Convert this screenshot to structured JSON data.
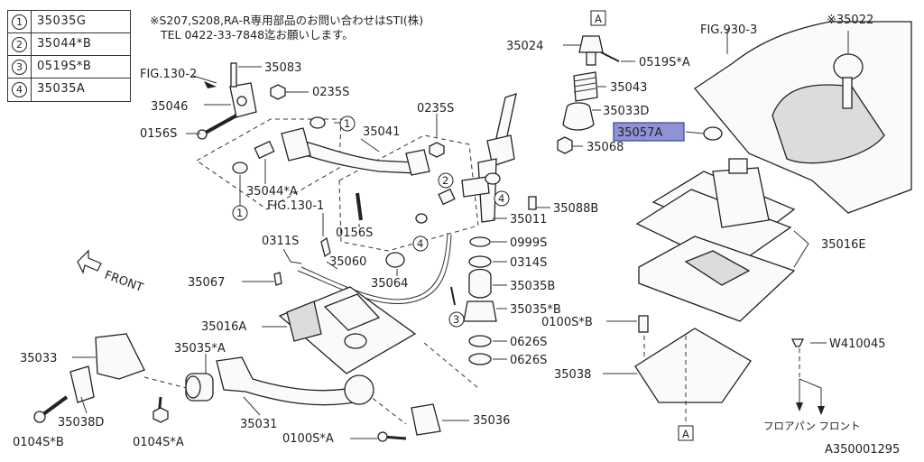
{
  "legend": [
    {
      "num": "1",
      "code": "35035G"
    },
    {
      "num": "2",
      "code": "35044*B"
    },
    {
      "num": "3",
      "code": "0519S*B"
    },
    {
      "num": "4",
      "code": "35035A"
    }
  ],
  "note": {
    "line1": "※S207,S208,RA-R専用部品のお問い合わせはSTI(株)",
    "line2": "TEL 0422-33-7848迄お願いします。"
  },
  "labels": {
    "fig130_2": "FIG.130-2",
    "p35083": "35083",
    "p35046": "35046",
    "p0235s_a": "0235S",
    "p0156s_a": "0156S",
    "p35041": "35041",
    "p0235s_b": "0235S",
    "p35044a": "35044*A",
    "fig130_1": "FIG.130-1",
    "p0156s_b": "0156S",
    "p0311s": "0311S",
    "front": "FRONT",
    "p35067": "35067",
    "p35060": "35060",
    "p35064": "35064",
    "p35016a": "35016A",
    "p35033": "35033",
    "p35035a": "35035*A",
    "p35038d": "35038D",
    "p0104sb": "0104S*B",
    "p0104sa": "0104S*A",
    "p35031": "35031",
    "p0100sa": "0100S*A",
    "p35036": "35036",
    "p35024": "35024",
    "p0519sa": "0519S*A",
    "p35043": "35043",
    "p35033d": "35033D",
    "p35068": "35068",
    "p35088b": "35088B",
    "p35011": "35011",
    "p0999s": "0999S",
    "p0314s": "0314S",
    "p35035b": "35035B",
    "p35035b2": "35035*B",
    "p0626s_a": "0626S",
    "p0626s_b": "0626S",
    "fig930_3": "FIG.930-3",
    "p35022": "※35022",
    "p35057a": "35057A",
    "p35016e": "35016E",
    "p0100sb": "0100S*B",
    "p35038": "35038",
    "w410045": "W410045",
    "floor_front": "フロアパン フロント",
    "ref_a_top": "A",
    "ref_a_bottom": "A",
    "code": "A350001295",
    "c1a": "1",
    "c1b": "1",
    "c2": "2",
    "c3": "3",
    "c4a": "4",
    "c4b": "4"
  },
  "colors": {
    "highlight_fill": "#8f93d6",
    "highlight_border": "#3b3f9a",
    "line": "#333333"
  }
}
